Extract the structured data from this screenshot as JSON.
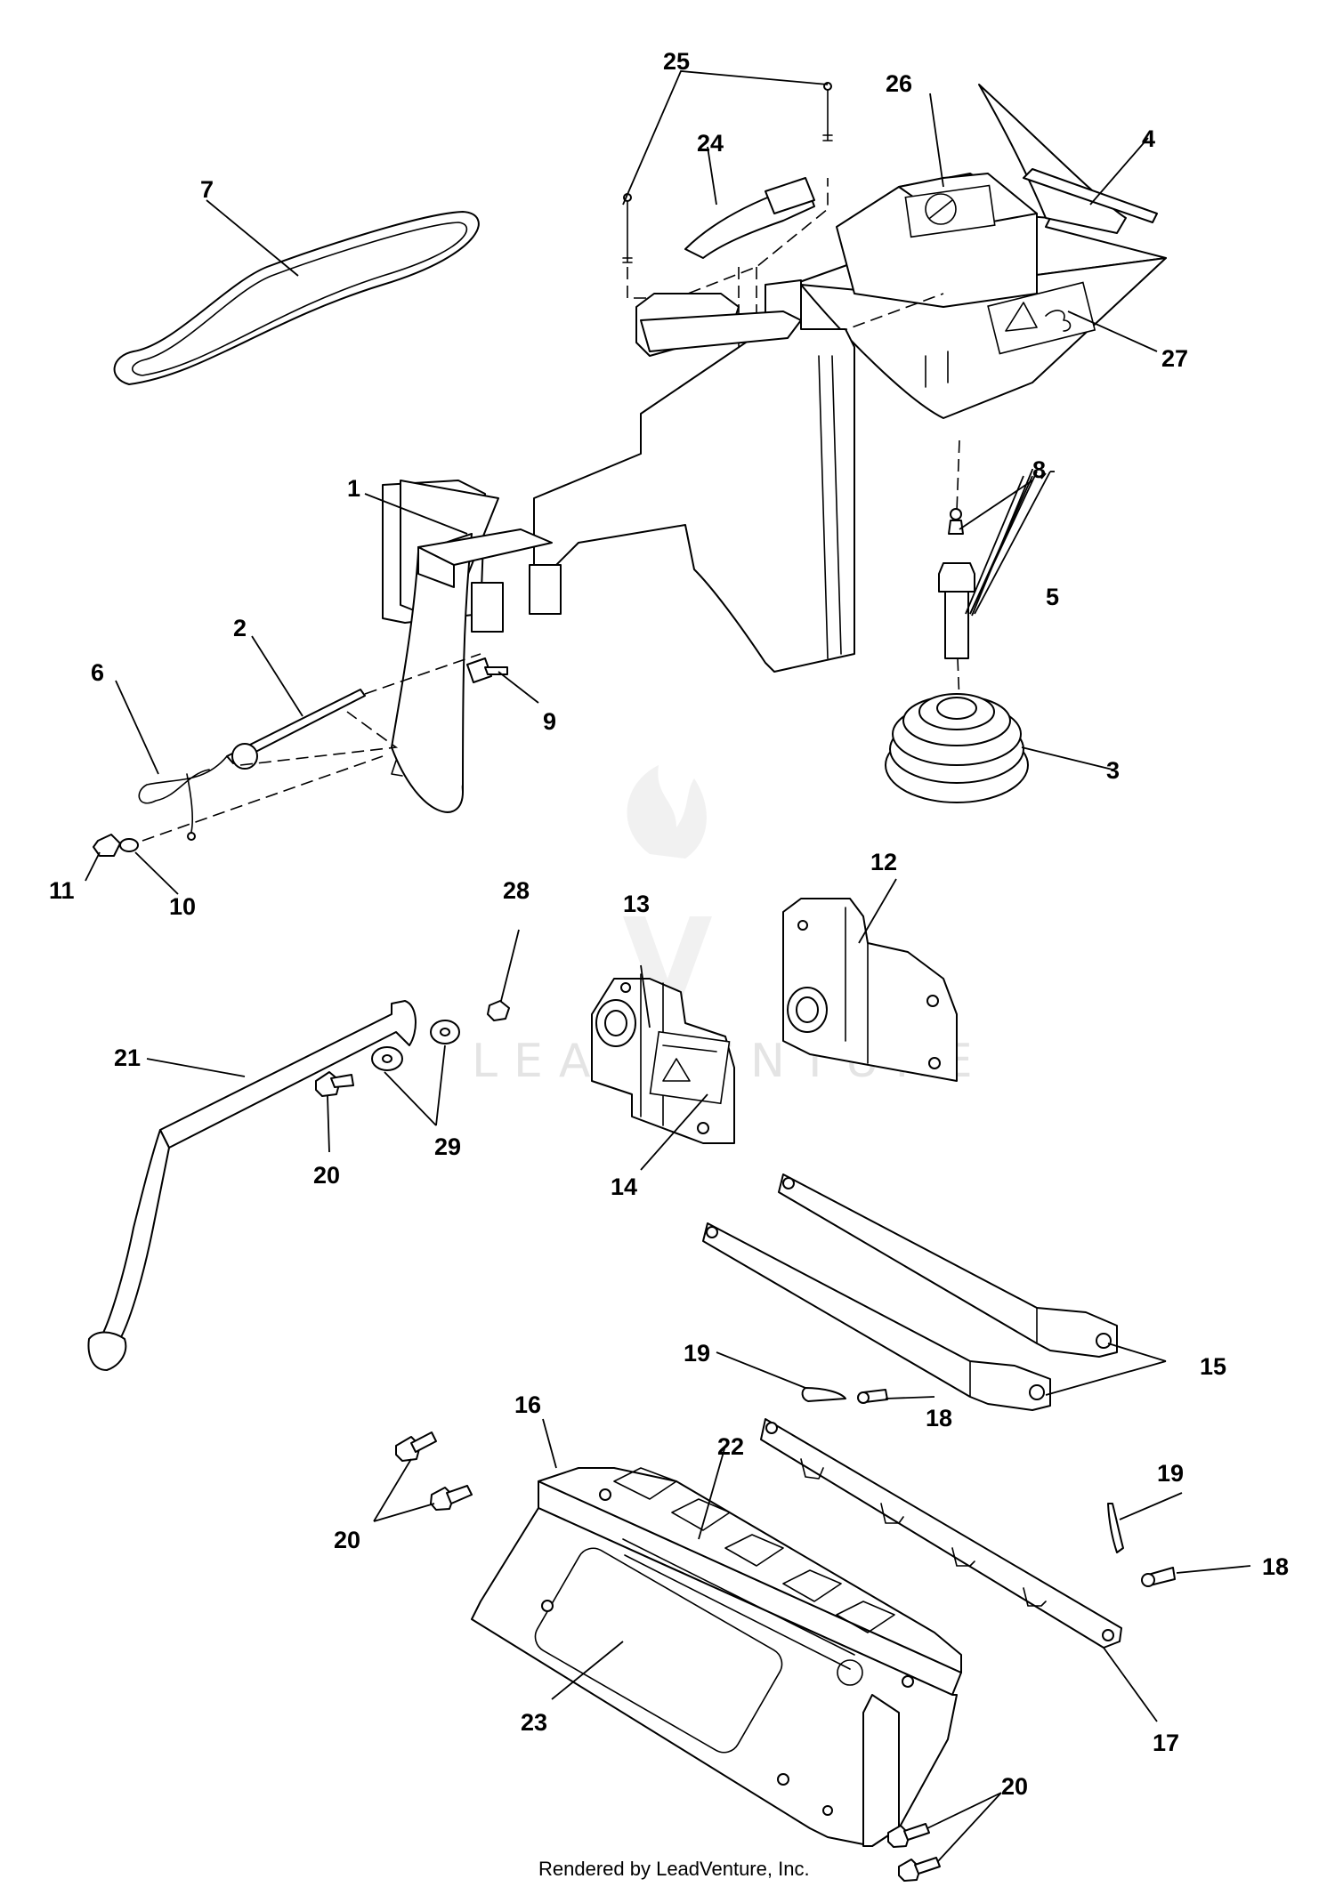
{
  "diagram": {
    "footer": "Rendered by LeadVenture, Inc.",
    "watermark": "LEADVENTURE",
    "callouts": {
      "c1": "1",
      "c2": "2",
      "c3": "3",
      "c4": "4",
      "c5": "5",
      "c6": "6",
      "c7": "7",
      "c8": "8",
      "c9": "9",
      "c10": "10",
      "c11": "11",
      "c12": "12",
      "c13": "13",
      "c14": "14",
      "c15": "15",
      "c16": "16",
      "c17": "17",
      "c18a": "18",
      "c18b": "18",
      "c19a": "19",
      "c19b": "19",
      "c20a": "20",
      "c20b": "20",
      "c20c": "20",
      "c21": "21",
      "c22": "22",
      "c23": "23",
      "c24": "24",
      "c25": "25",
      "c26": "26",
      "c27": "27",
      "c28": "28",
      "c29": "29"
    },
    "icons": {
      "watermark_logo": "flame-v-icon",
      "cover_logo": "husqvarna-crown-logo"
    }
  }
}
